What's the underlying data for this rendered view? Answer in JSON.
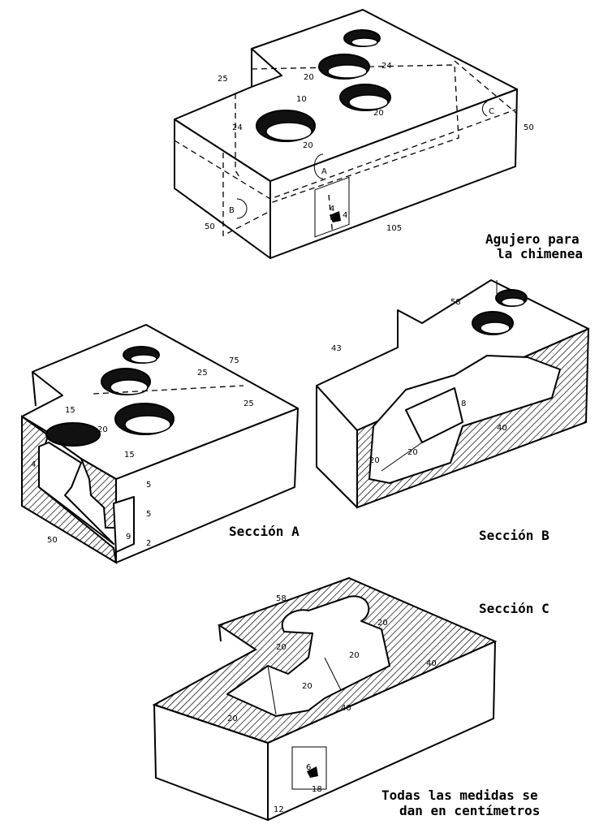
{
  "labels": {
    "chimney_hole": [
      "Agujero para",
      "la chimenea"
    ],
    "section_a": "Sección A",
    "section_b": "Sección B",
    "section_c": "Sección C",
    "note": [
      "Todas las medidas se",
      "dan en centímetros"
    ]
  },
  "section_markers": {
    "a": "A",
    "b": "B",
    "c": "C"
  },
  "dims_top": [
    "25",
    "24",
    "20",
    "10",
    "20",
    "24",
    "20",
    "50",
    "50",
    "105",
    "4",
    "4"
  ],
  "dims_a": [
    "75",
    "25",
    "25",
    "15",
    "20",
    "15",
    "5",
    "5",
    "2",
    "50",
    "4",
    "9"
  ],
  "dims_b": [
    "58",
    "43",
    "8",
    "20",
    "40",
    "20"
  ],
  "dims_c": [
    "58",
    "20",
    "20",
    "20",
    "40",
    "20",
    "40",
    "20",
    "12",
    "6",
    "18"
  ]
}
